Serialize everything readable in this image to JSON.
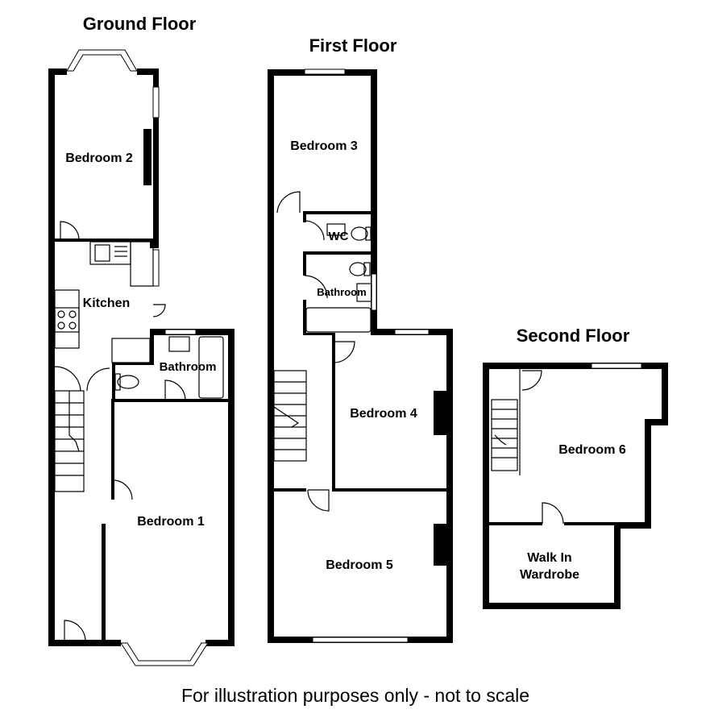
{
  "floors": {
    "ground": {
      "title": "Ground Floor",
      "rooms": {
        "bedroom2": "Bedroom 2",
        "kitchen": "Kitchen",
        "bathroom": "Bathroom",
        "bedroom1": "Bedroom 1"
      }
    },
    "first": {
      "title": "First Floor",
      "rooms": {
        "bedroom3": "Bedroom 3",
        "wc": "WC",
        "bathroom": "Bathroom",
        "bedroom4": "Bedroom 4",
        "bedroom5": "Bedroom 5"
      }
    },
    "second": {
      "title": "Second Floor",
      "rooms": {
        "bedroom6": "Bedroom 6",
        "walkin_line1": "Walk In",
        "walkin_line2": "Wardrobe"
      }
    }
  },
  "footer_note": "For illustration purposes only - not to scale",
  "colors": {
    "walls": "#000000",
    "background": "#ffffff"
  }
}
